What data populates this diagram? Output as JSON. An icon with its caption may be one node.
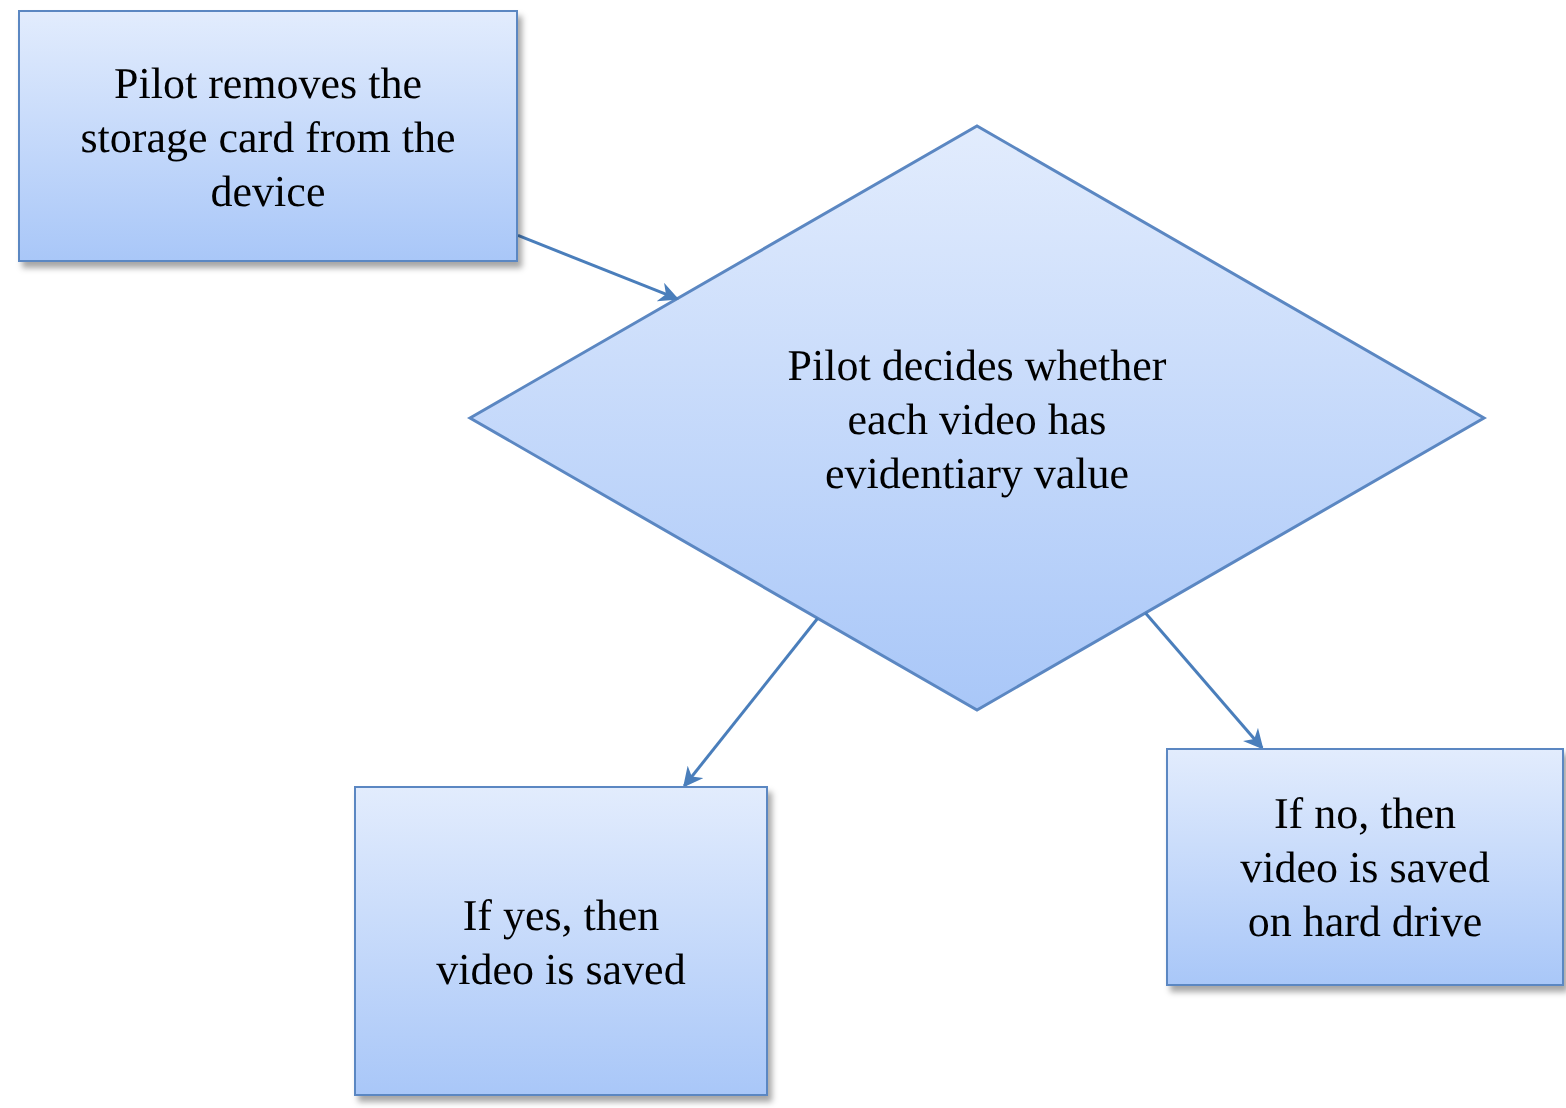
{
  "diagram": {
    "nodes": [
      {
        "text": [
          "Pilot removes the storage card from the device"
        ]
      },
      {
        "text": [
          "Pilot decides whether each video has evidentiary value"
        ]
      },
      {
        "text": [
          "If yes, then video is saved"
        ]
      },
      {
        "text": [
          "If no, then video is saved on hard drive"
        ]
      }
    ],
    "edges": [
      {
        "from": 0,
        "to": 1,
        "arrow": "to"
      },
      {
        "from": 1,
        "to": 2,
        "arrow": "to"
      },
      {
        "from": 1,
        "to": 3,
        "arrow": "to"
      }
    ]
  }
}
